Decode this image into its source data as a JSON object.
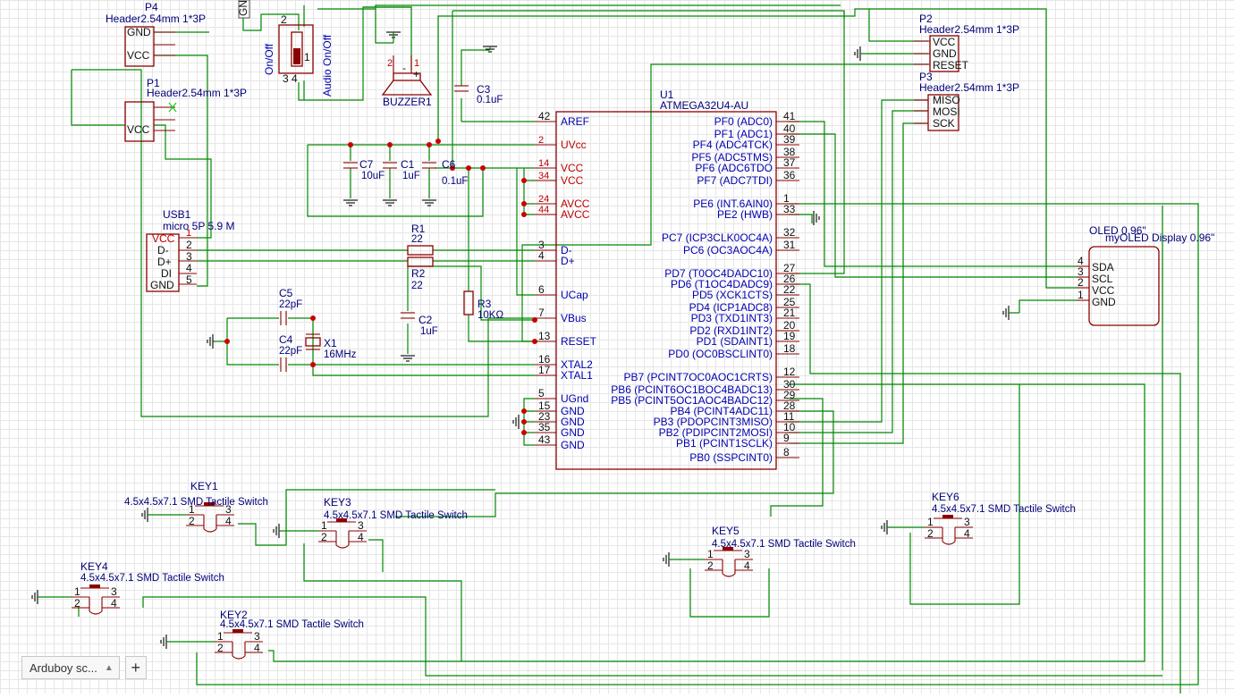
{
  "document_tab": {
    "label": "Arduboy sc...",
    "add_label": "+"
  },
  "icons": {
    "tab_caret": "chevron-up-icon",
    "add_tab": "plus-icon",
    "ground": "ground-symbol"
  },
  "colors": {
    "wire": "#008800",
    "part": "#8b0000",
    "pin_text": "#0000b0",
    "power_pin": "#c00000",
    "ref_text": "#00007a"
  },
  "u1": {
    "ref": "U1",
    "part": "ATMEGA32U4-AU",
    "left_pins": [
      {
        "num": "42",
        "name": "AREF",
        "power": false
      },
      {
        "num": "2",
        "name": "UVcc",
        "power": true
      },
      {
        "num": "14",
        "name": "VCC",
        "power": true
      },
      {
        "num": "34",
        "name": "VCC",
        "power": true
      },
      {
        "num": "24",
        "name": "AVCC",
        "power": true
      },
      {
        "num": "44",
        "name": "AVCC",
        "power": true
      },
      {
        "num": "3",
        "name": "D-",
        "power": false
      },
      {
        "num": "4",
        "name": "D+",
        "power": false
      },
      {
        "num": "6",
        "name": "UCap",
        "power": false
      },
      {
        "num": "7",
        "name": "VBus",
        "power": false
      },
      {
        "num": "13",
        "name": "RESET",
        "power": false
      },
      {
        "num": "16",
        "name": "XTAL2",
        "power": false
      },
      {
        "num": "17",
        "name": "XTAL1",
        "power": false
      },
      {
        "num": "5",
        "name": "UGnd",
        "power": false
      },
      {
        "num": "15",
        "name": "GND",
        "power": false
      },
      {
        "num": "23",
        "name": "GND",
        "power": false
      },
      {
        "num": "35",
        "name": "GND",
        "power": false
      },
      {
        "num": "43",
        "name": "GND",
        "power": false
      }
    ],
    "right_pins": [
      {
        "num": "41",
        "name": "PF0 (ADC0)"
      },
      {
        "num": "40",
        "name": "PF1 (ADC1)"
      },
      {
        "num": "39",
        "name": "PF4 (ADC4TCK)"
      },
      {
        "num": "38",
        "name": "PF5 (ADC5TMS)"
      },
      {
        "num": "37",
        "name": "PF6 (ADC6TDO"
      },
      {
        "num": "36",
        "name": "PF7 (ADC7TDI)"
      },
      {
        "num": "1",
        "name": "PE6 (INT.6AIN0)"
      },
      {
        "num": "33",
        "name": "PE2 (HWB)"
      },
      {
        "num": "32",
        "name": "PC7 (ICP3CLK0OC4A)"
      },
      {
        "num": "31",
        "name": "PC6 (OC3AOC4A)"
      },
      {
        "num": "27",
        "name": "PD7 (T0OC4DADC10)"
      },
      {
        "num": "26",
        "name": "PD6 (T1OC4DADC9)"
      },
      {
        "num": "22",
        "name": "PD5 (XCK1CTS)"
      },
      {
        "num": "25",
        "name": "PD4 (ICP1ADC8)"
      },
      {
        "num": "21",
        "name": "PD3 (TXD1INT3)"
      },
      {
        "num": "20",
        "name": "PD2 (RXD1INT2)"
      },
      {
        "num": "19",
        "name": "PD1 (SDAINT1)"
      },
      {
        "num": "18",
        "name": "PD0 (OC0BSCLINT0)"
      },
      {
        "num": "12",
        "name": "PB7 (PCINT7OC0AOC1CRTS)"
      },
      {
        "num": "30",
        "name": "PB6 (PCINT6OC1BOC4BADC13)"
      },
      {
        "num": "29",
        "name": "PB5 (PCINT5OC1AOC4BADC12)"
      },
      {
        "num": "28",
        "name": "PB4 (PCINT4ADC11)"
      },
      {
        "num": "11",
        "name": "PB3 (PDOPCINT3MISO)"
      },
      {
        "num": "10",
        "name": "PB2 (PDIPCINT2MOSI)"
      },
      {
        "num": "9",
        "name": "PB1 (PCINT1SCLK)"
      },
      {
        "num": "8",
        "name": "PB0 (SSPCINT0)"
      }
    ]
  },
  "usb1": {
    "ref": "USB1",
    "part": "micro 5P 5.9 M",
    "pins": [
      {
        "num": "1",
        "name": "VCC"
      },
      {
        "num": "2",
        "name": "D-"
      },
      {
        "num": "3",
        "name": "D+"
      },
      {
        "num": "4",
        "name": "DI"
      },
      {
        "num": "5",
        "name": "GND"
      }
    ]
  },
  "p4": {
    "ref": "P4",
    "part": "Header2.54mm 1*3P",
    "pins": [
      "GND",
      "VCC"
    ]
  },
  "p1": {
    "ref": "P1",
    "part": "Header2.54mm 1*3P",
    "pins": [
      "VCC"
    ]
  },
  "p2": {
    "ref": "P2",
    "part": "Header2.54mm 1*3P",
    "pins": [
      "VCC",
      "GND",
      "RESET"
    ]
  },
  "p3": {
    "ref": "P3",
    "part": "Header2.54mm 1*3P",
    "pins": [
      "MISO",
      "MOSI",
      "SCK"
    ]
  },
  "switches": {
    "label_onoff": "On/Off",
    "label_audio": "Audio On/Off",
    "gnd_tag": "GN",
    "pins": [
      "1",
      "2",
      "3",
      "4"
    ]
  },
  "buzzer": {
    "ref": "BUZZER1",
    "pin_minus": "2",
    "pin_plus": "1",
    "minus": "-",
    "plus": "+"
  },
  "caps": {
    "c3": {
      "ref": "C3",
      "val": "0.1uF"
    },
    "c7": {
      "ref": "C7",
      "val": "10uF"
    },
    "c1": {
      "ref": "C1",
      "val": "1uF"
    },
    "c6": {
      "ref": "C6",
      "val": "0.1uF"
    },
    "c2": {
      "ref": "C2",
      "val": "1uF"
    },
    "c5": {
      "ref": "C5",
      "val": "22pF"
    },
    "c4": {
      "ref": "C4",
      "val": "22pF"
    }
  },
  "resistors": {
    "r1": {
      "ref": "R1",
      "val": "22"
    },
    "r2": {
      "ref": "R2",
      "val": "22"
    },
    "r3": {
      "ref": "R3",
      "val": "10KΩ"
    }
  },
  "crystal": {
    "ref": "X1",
    "val": "16MHz"
  },
  "oled": {
    "ref": "OLED 0.96\"",
    "part": "myOLED Display 0.96\"",
    "pins": [
      {
        "num": "4",
        "name": "SDA"
      },
      {
        "num": "3",
        "name": "SCL"
      },
      {
        "num": "2",
        "name": "VCC"
      },
      {
        "num": "1",
        "name": "GND"
      }
    ]
  },
  "keys": {
    "part": "4.5x4.5x7.1 SMD Tactile Switch",
    "pins": [
      "1",
      "2",
      "3",
      "4"
    ],
    "list": [
      "KEY1",
      "KEY3",
      "KEY4",
      "KEY2",
      "KEY5",
      "KEY6"
    ]
  }
}
